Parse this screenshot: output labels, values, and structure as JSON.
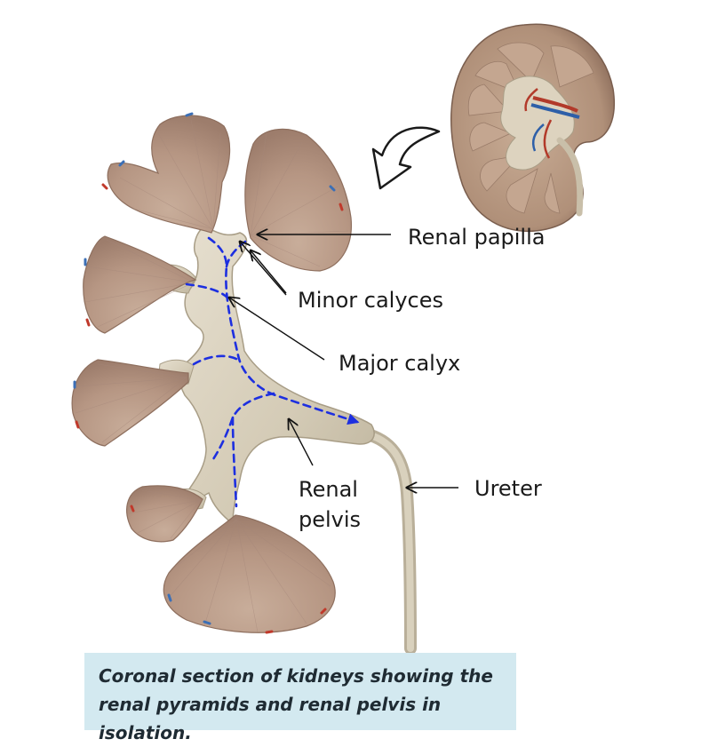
{
  "labels": {
    "renal_papilla": "Renal papilla",
    "minor_calyces": "Minor calyces",
    "major_calyx": "Major calyx",
    "renal_pelvis": "Renal\npelvis",
    "ureter": "Ureter"
  },
  "caption": "Coronal section of kidneys showing the\nrenal pyramids and renal pelvis in isolation.",
  "colors": {
    "pyramid": "#b89a86",
    "pyramid_dark": "#8c6f60",
    "calyx": "#d8d0bd",
    "calyx_shadow": "#b9b09b",
    "flow_arrow": "#1d2fe0",
    "caption_bg": "#d3e9f0"
  },
  "icons": [
    "curved-arrow-icon"
  ]
}
